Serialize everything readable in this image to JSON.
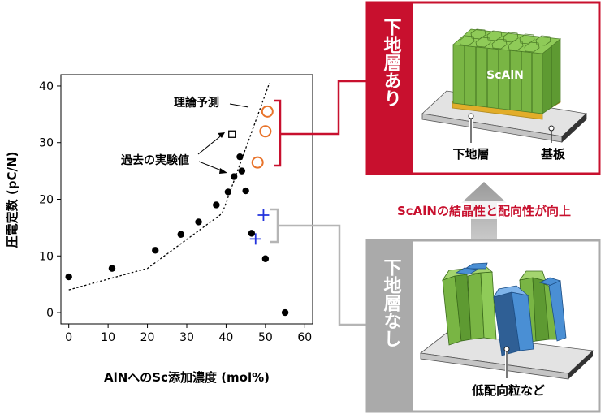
{
  "chart_data": {
    "type": "scatter",
    "xlabel": "AlNへのSc添加濃度 (mol%)",
    "ylabel": "圧電定数 (pC/N)",
    "xlim": [
      -2,
      62
    ],
    "ylim": [
      -2,
      42
    ],
    "xticks": [
      0,
      10,
      20,
      30,
      40,
      50,
      60
    ],
    "yticks": [
      0,
      10,
      20,
      30,
      40
    ],
    "series": [
      {
        "marker": "filled-circle",
        "points": [
          [
            0,
            6.3
          ],
          [
            11,
            7.8
          ],
          [
            22,
            11
          ],
          [
            28.5,
            13.8
          ],
          [
            33,
            16
          ],
          [
            37.5,
            19
          ],
          [
            40.5,
            21.3
          ],
          [
            42,
            24
          ],
          [
            43.5,
            27.5
          ],
          [
            44,
            25
          ],
          [
            45,
            21.5
          ],
          [
            46.5,
            14
          ],
          [
            50,
            9.5
          ],
          [
            55,
            0
          ]
        ]
      },
      {
        "marker": "open-square",
        "color": "#000000",
        "points": [
          [
            41.5,
            31.5
          ]
        ]
      },
      {
        "marker": "open-circle",
        "color": "#e8732a",
        "points": [
          [
            48,
            26.5
          ],
          [
            50,
            32
          ],
          [
            50.5,
            35.5
          ]
        ]
      },
      {
        "marker": "plus",
        "color": "#2233dd",
        "points": [
          [
            47.5,
            13
          ],
          [
            49.5,
            17.2
          ]
        ]
      },
      {
        "style": "dotted-line",
        "points": [
          [
            0,
            4
          ],
          [
            20,
            7.8
          ],
          [
            39,
            17.5
          ],
          [
            51,
            40.5
          ]
        ]
      }
    ],
    "annotations": [
      "理論予測",
      "過去の実験値"
    ]
  },
  "top_panel": {
    "tag": "下地層あり",
    "material": "ScAlN",
    "underlayer_label": "下地層",
    "substrate_label": "基板",
    "accent": "#c8102e"
  },
  "arrow_caption": "ScAlNの結晶性と配向性が向上",
  "bottom_panel": {
    "tag": "下地層なし",
    "grain_label": "低配向粒など",
    "accent": "#aaaaaa"
  },
  "colors": {
    "green": "#79b544",
    "blue": "#4a8fd4",
    "yellow": "#f3c445",
    "bracket_red": "#c8102e",
    "bracket_gray": "#b5b5b5"
  }
}
